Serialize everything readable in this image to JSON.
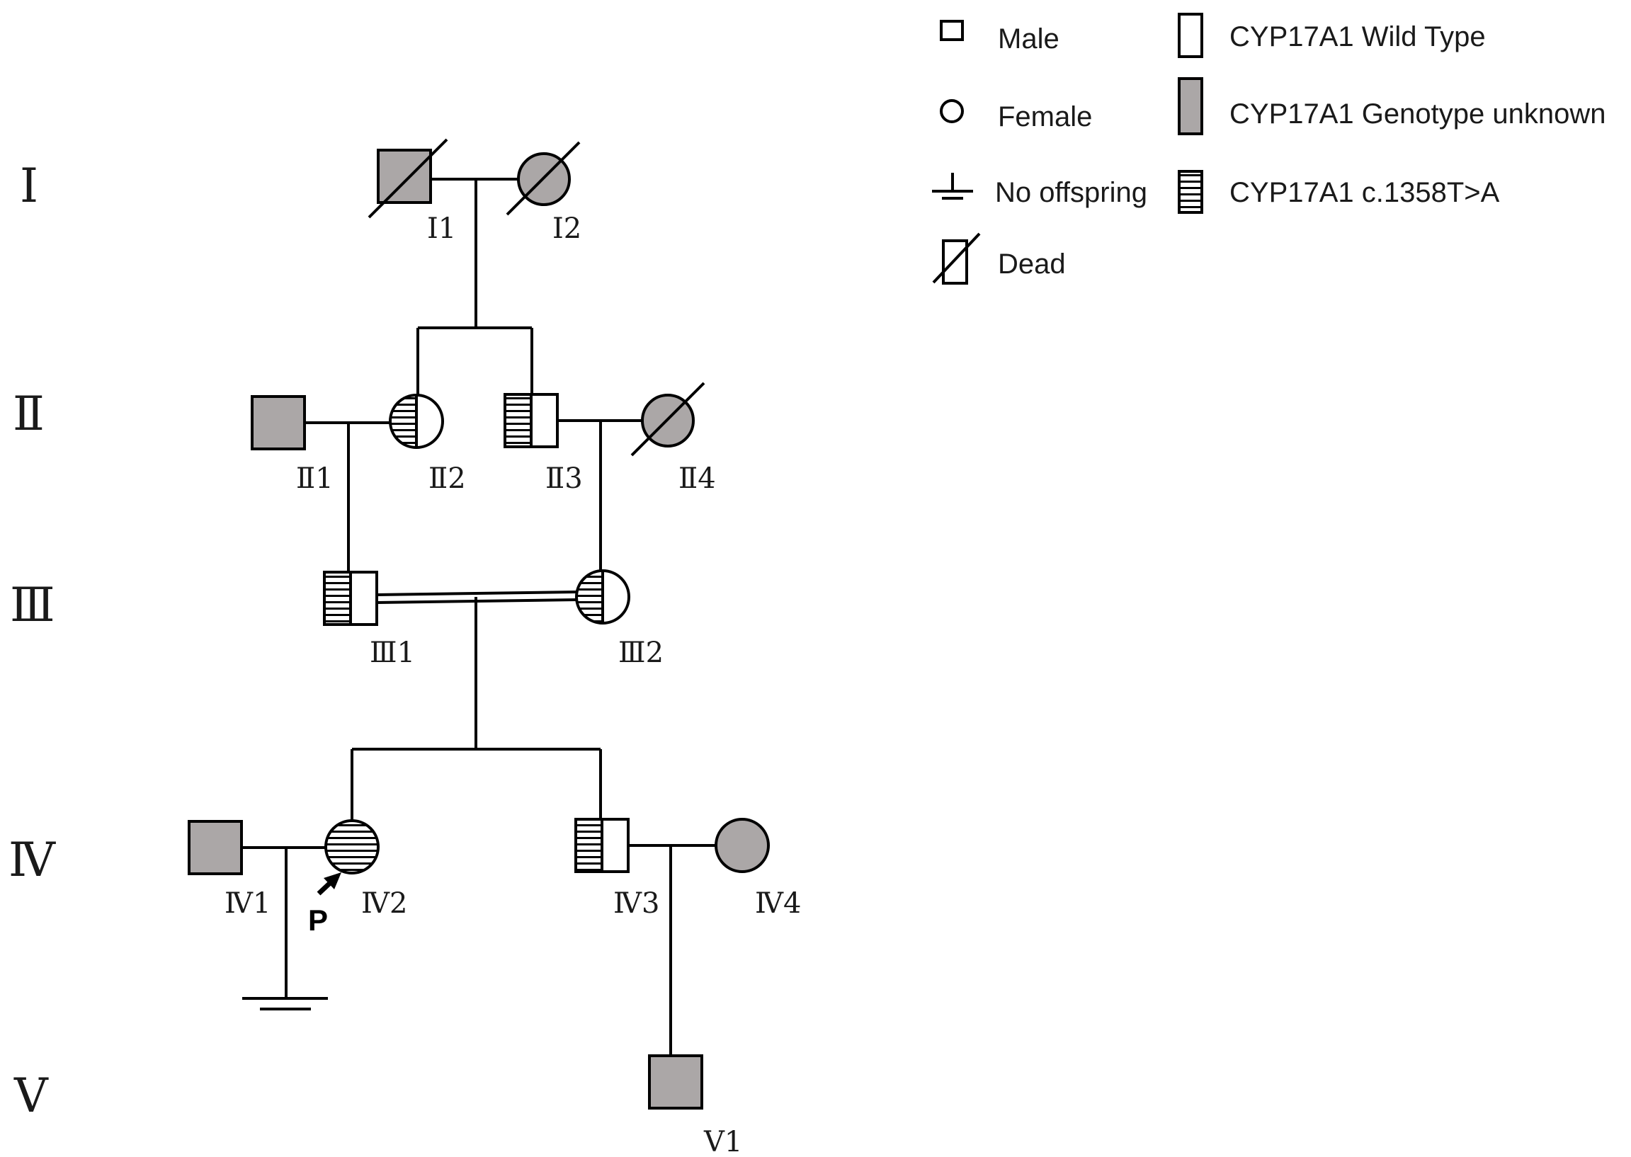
{
  "colors": {
    "unknown": "#aba7a7",
    "line": "#000000",
    "background": "#ffffff"
  },
  "legend": {
    "male": "Male",
    "female": "Female",
    "no_offspring": "No offspring",
    "dead": "Dead",
    "wild_type": "CYP17A1 Wild Type",
    "unknown": "CYP17A1 Genotype unknown",
    "mutation": "CYP17A1 c.1358T>A"
  },
  "generations": [
    "Ⅰ",
    "Ⅱ",
    "Ⅲ",
    "Ⅳ",
    "Ⅴ"
  ],
  "individuals": {
    "I1": "Ⅰ1",
    "I2": "Ⅰ2",
    "II1": "Ⅱ1",
    "II2": "Ⅱ2",
    "II3": "Ⅱ3",
    "II4": "Ⅱ4",
    "III1": "Ⅲ1",
    "III2": "Ⅲ2",
    "IV1": "Ⅳ1",
    "IV2": "Ⅳ2",
    "IV3": "Ⅳ3",
    "IV4": "Ⅳ4",
    "V1": "Ⅴ1"
  },
  "proband": "P"
}
